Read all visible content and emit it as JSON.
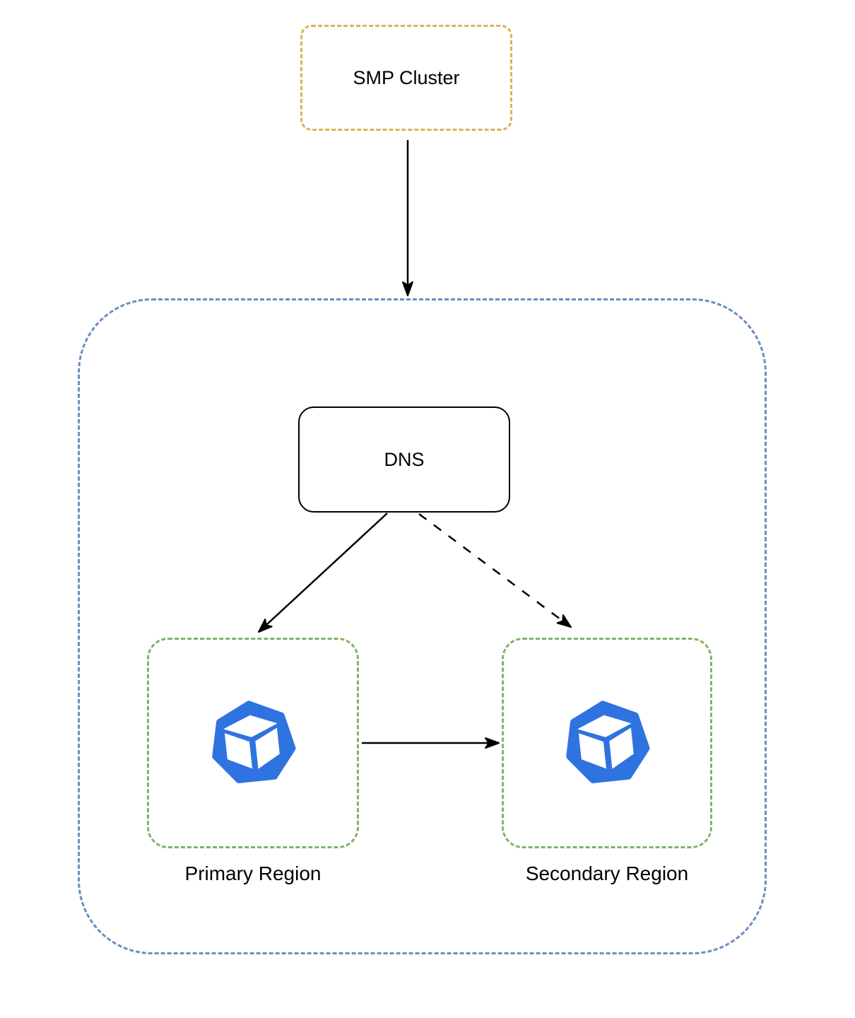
{
  "diagram": {
    "title": "SMP multi-region DNS failover diagram",
    "nodes": {
      "smp_cluster": {
        "label": "SMP Cluster",
        "border_style": "dashed",
        "border_color": "#d6b656"
      },
      "outer_zone": {
        "label": "",
        "border_style": "dashed",
        "border_color": "#6c8ebf"
      },
      "dns": {
        "label": "DNS",
        "border_style": "solid",
        "border_color": "#000000"
      },
      "primary_region": {
        "label": "Primary Region",
        "border_style": "dashed",
        "border_color": "#82b366",
        "icon": "cluster-cube-icon"
      },
      "secondary_region": {
        "label": "Secondary Region",
        "border_style": "dashed",
        "border_color": "#82b366",
        "icon": "cluster-cube-icon"
      }
    },
    "edges": [
      {
        "from": "smp_cluster",
        "to": "outer_zone",
        "style": "solid",
        "arrow": "end"
      },
      {
        "from": "dns",
        "to": "primary_region",
        "style": "solid",
        "arrow": "end"
      },
      {
        "from": "dns",
        "to": "secondary_region",
        "style": "dashed",
        "arrow": "end"
      },
      {
        "from": "primary_region",
        "to": "secondary_region",
        "style": "solid",
        "arrow": "end"
      }
    ],
    "colors": {
      "smp_border": "#d6b656",
      "zone_border": "#6c8ebf",
      "region_border": "#82b366",
      "dns_border": "#000000",
      "icon_blue": "#2e73e0",
      "arrow": "#000000",
      "background": "#ffffff"
    }
  }
}
